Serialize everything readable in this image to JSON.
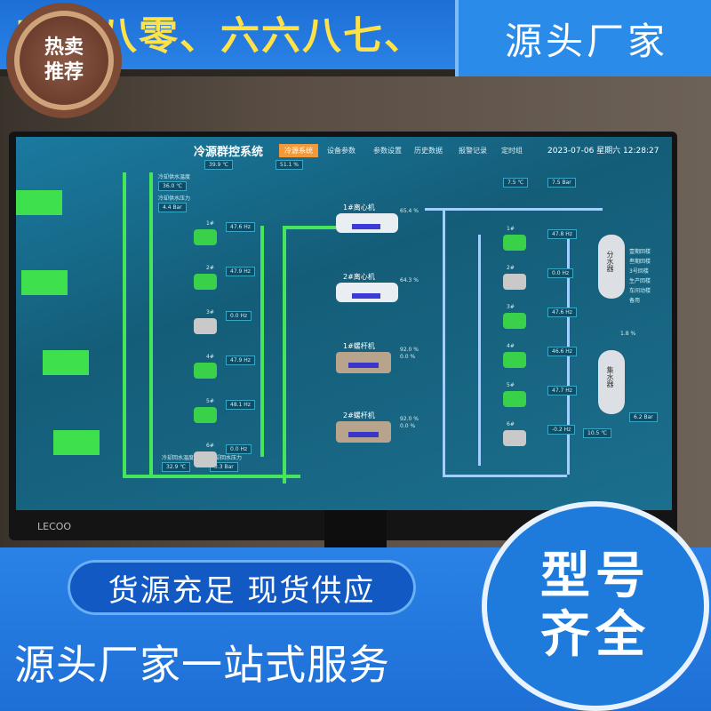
{
  "banner": {
    "top_text": "空…八零、六六八七、",
    "brand": "源头厂家",
    "badge_line1": "热卖",
    "badge_line2": "推荐"
  },
  "screen": {
    "title": "冷源群控系统",
    "tabs": [
      "冷源系统",
      "设备参数",
      "参数设置",
      "历史数据",
      "报警记录",
      "定时组"
    ],
    "active_tab": 0,
    "date": "2023-07-06  星期六  12:28:27",
    "outdoor": {
      "temp": "39.9 ℃",
      "humidity": "51.1 %"
    },
    "cooling_in": {
      "label_temp": "冷却供水温度",
      "temp": "36.0 ℃",
      "label_press": "冷却供水压力",
      "press": "4.4 Bar"
    },
    "cooling_out": {
      "label_temp": "冷却回水温度",
      "temp": "32.9 ℃",
      "label_press": "冷却回水压力",
      "press": "3.3 Bar"
    },
    "chilled_supply": {
      "temp": "7.5 ℃",
      "press": "7.5 Bar"
    },
    "chilled_return": {
      "temp": "10.5 ℃",
      "press": "6.2 Bar"
    },
    "cooling_pumps": [
      {
        "name": "1#",
        "hz": "47.6 Hz",
        "on": true
      },
      {
        "name": "2#",
        "hz": "47.9 Hz",
        "on": true
      },
      {
        "name": "3#",
        "hz": "0.0 Hz",
        "on": false
      },
      {
        "name": "4#",
        "hz": "47.9 Hz",
        "on": true
      },
      {
        "name": "5#",
        "hz": "48.1 Hz",
        "on": true
      },
      {
        "name": "6#",
        "hz": "0.0 Hz",
        "on": false
      }
    ],
    "chillers": [
      {
        "name": "1#离心机",
        "load": "65.4 %",
        "type": "centrifugal"
      },
      {
        "name": "2#离心机",
        "load": "64.3 %",
        "type": "centrifugal"
      },
      {
        "name": "1#螺杆机",
        "load": "92.0 %",
        "load2": "0.0 %",
        "type": "screw"
      },
      {
        "name": "2#螺杆机",
        "load": "92.0 %",
        "load2": "0.0 %",
        "type": "screw"
      }
    ],
    "chilled_pumps": [
      {
        "name": "1#",
        "hz": "47.8 Hz",
        "on": true
      },
      {
        "name": "2#",
        "hz": "0.0 Hz",
        "on": false
      },
      {
        "name": "3#",
        "hz": "47.6 Hz",
        "on": true
      },
      {
        "name": "4#",
        "hz": "46.6 Hz",
        "on": true
      },
      {
        "name": "5#",
        "hz": "47.7 Hz",
        "on": true
      },
      {
        "name": "6#",
        "hz": "-0.2 Hz",
        "on": false
      }
    ],
    "tank_supply": "分水器",
    "tank_return": "集水器",
    "bypass": "1.8 %",
    "branches": [
      "壹期回楼",
      "叁期回楼",
      "3号回楼",
      "生产回楼",
      "车间动楼",
      "备用"
    ],
    "monitor_logo": "LECOO"
  },
  "footer": {
    "pill": "货源充足  现货供应",
    "slogan": "源头厂家一站式服务",
    "circle_line1": "型号",
    "circle_line2": "齐全"
  },
  "colors": {
    "blue_band": "#2a82e6",
    "pipe_green": "#46e65a",
    "pipe_blue": "#9fd0ff",
    "tab_active": "#f29a3b"
  }
}
